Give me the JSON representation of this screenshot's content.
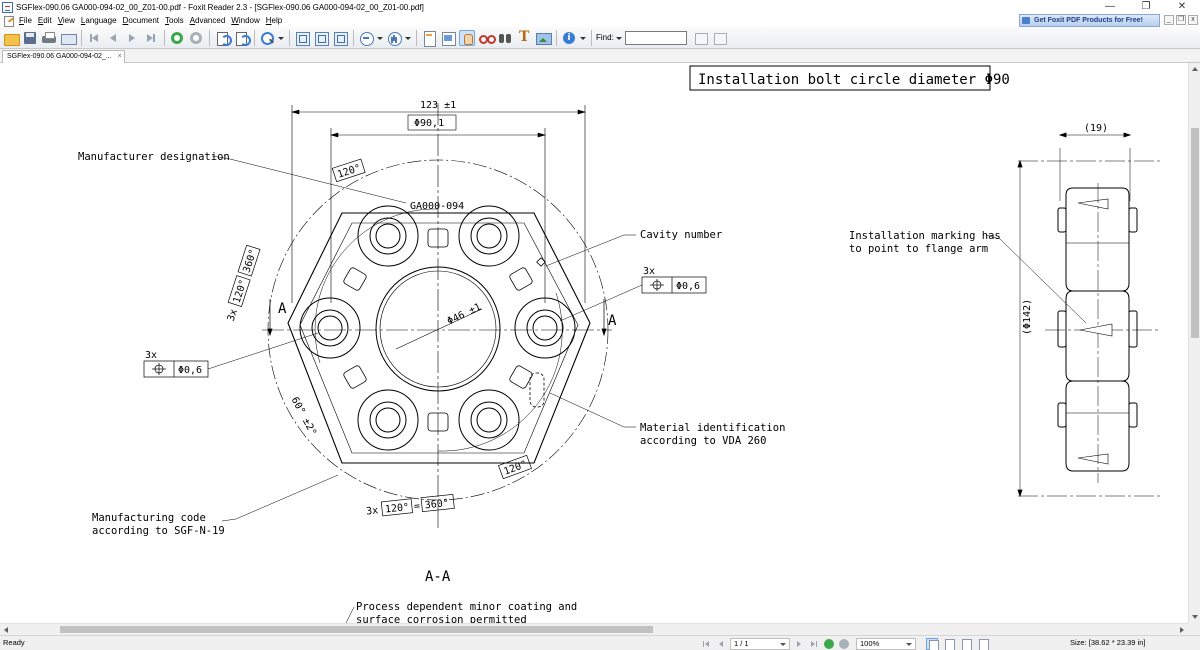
{
  "window": {
    "title": "SGFlex-090.06 GA000-094-02_00_Z01-00.pdf - Foxit Reader 2.3 - [SGFlex-090.06 GA000-094-02_00_Z01-00.pdf]",
    "minimize": "—",
    "restore": "❐",
    "close": "✕"
  },
  "menu": {
    "items": [
      "File",
      "Edit",
      "View",
      "Language",
      "Document",
      "Tools",
      "Advanced",
      "Window",
      "Help"
    ],
    "promo_label": "Get Foxit PDF Products for Free!",
    "mdi_minimize": "_",
    "mdi_restore": "❐",
    "mdi_close": "x"
  },
  "toolbar": {
    "find_label": "Find:",
    "find_value": ""
  },
  "tab": {
    "label": "SGFlex-090.06 GA000-094-02_...",
    "close": "×"
  },
  "drawing": {
    "title_box": "Installation bolt circle diameter Φ90",
    "dim_overall": "123 ±1",
    "dim_bolt_circle": "Φ90,1",
    "angle_top": "120°",
    "angle_bottom_right": "120°",
    "angle_left_3x": "3x",
    "angle_left_120": "120°",
    "angle_left_360": "360°",
    "angle_bottom_3x": "3x",
    "angle_bottom_120": "120°",
    "angle_bottom_eq": "=",
    "angle_bottom_360": "360°",
    "part_label": "GA000-094",
    "bore_dim": "Φ46 ±1",
    "angle_60": "60° ±2°",
    "section_a_left": "A",
    "section_a_right": "A",
    "section_name": "A-A",
    "tol_left_3x": "3x",
    "tol_left_value": "Φ0,6",
    "tol_right_3x": "3x",
    "tol_right_value": "Φ0,6",
    "callout_manufacturer": "Manufacturer designation",
    "callout_cavity": "Cavity number",
    "callout_material_1": "Material identification",
    "callout_material_2": "according to VDA 260",
    "callout_mfg_code_1": "Manufacturing code",
    "callout_mfg_code_2": "according to SGF-N-19",
    "callout_process_1": "Process dependent minor coating and",
    "callout_process_2": "surface corrosion permitted",
    "callout_marking_1": "Installation marking has",
    "callout_marking_2": "to point to flange arm",
    "side_width": "(19)",
    "side_height": "(Φ142)"
  },
  "status": {
    "text": "Ready",
    "page": "1 / 1",
    "zoom": "100%",
    "size": "Size: [38.62 * 23.39 in]"
  }
}
